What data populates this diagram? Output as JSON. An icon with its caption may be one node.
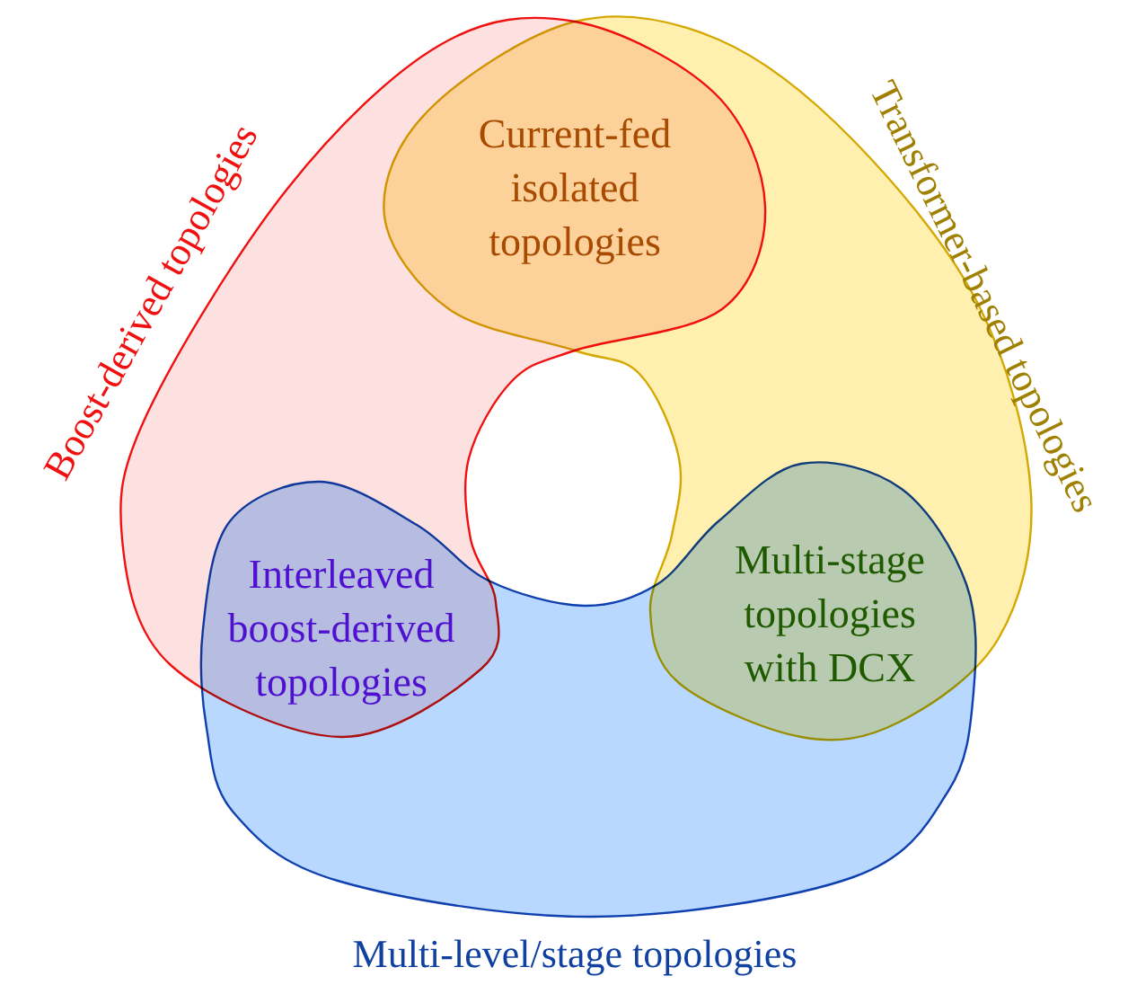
{
  "diagram": {
    "nodes": [
      {
        "text": [
          "Boost-derived topologies"
        ]
      },
      {
        "text": [
          "Transformer-based topologies"
        ]
      },
      {
        "text": [
          "Multi-level/stage topologies"
        ]
      },
      {
        "text": [
          "Current-fed isolated topologies"
        ]
      },
      {
        "text": [
          "Interleaved boost-derived topologies"
        ]
      },
      {
        "text": [
          "Multi-stage topologies with DCX"
        ]
      }
    ]
  }
}
